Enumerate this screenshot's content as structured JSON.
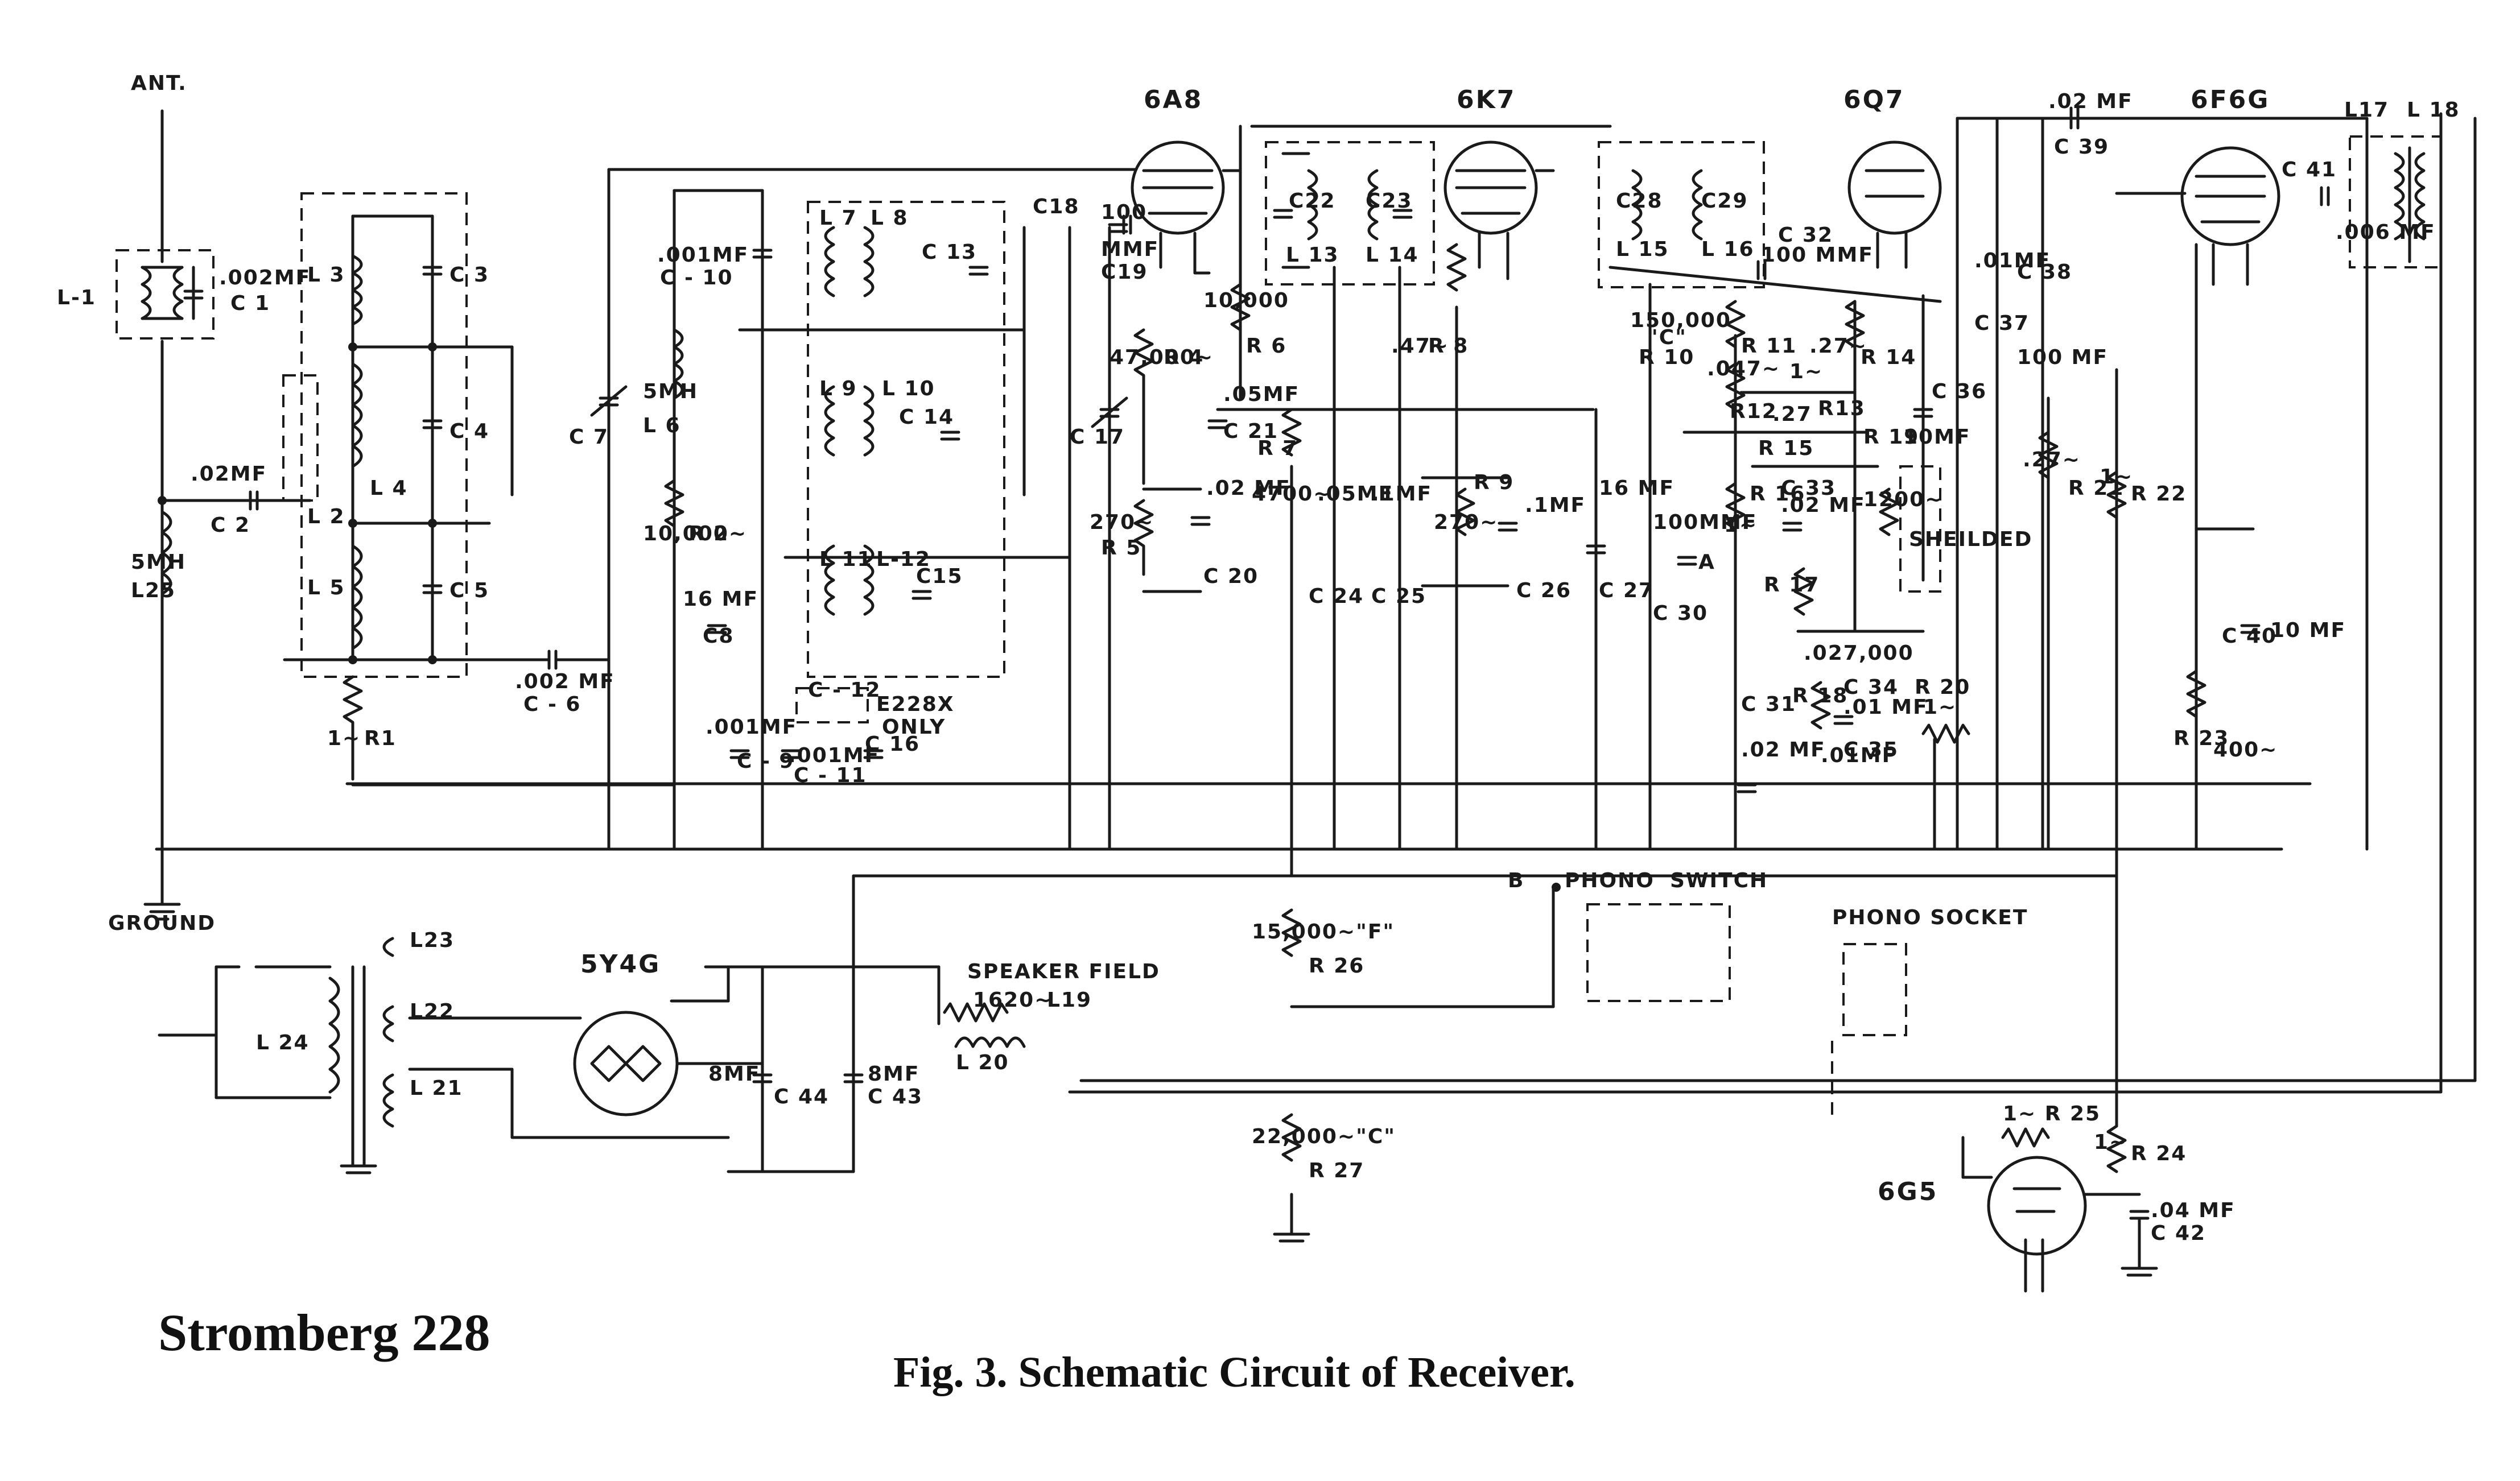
{
  "captions": {
    "model": "Stromberg 228",
    "figure": "Fig. 3.   Schematic Circuit of Receiver."
  },
  "tubes": [
    "6A8",
    "6K7",
    "6Q7",
    "6F6G",
    "5Y4G",
    "6G5"
  ],
  "labels": {
    "ant": "ANT.",
    "ground": "GROUND",
    "L1": "L-1",
    "C1v": ".002MF",
    "C1": "C 1",
    "C2v": ".02MF",
    "C2": "C 2",
    "L25v": "5MH",
    "L25": "L25",
    "L2": "L 2",
    "L3": "L 3",
    "L4": "L 4",
    "L5": "L 5",
    "C3": "C 3",
    "C4": "C 4",
    "C5": "C 5",
    "C6v": ".002 MF",
    "C6": "C - 6",
    "R1v": "1~",
    "R1": "R1",
    "C7": "C 7",
    "L6v": "5MH",
    "L6": "L 6",
    "C10v": ".001MF",
    "C10": "C - 10",
    "R2v": "10,000~",
    "R2": "R 2",
    "C8v": "16 MF",
    "C8": "C8",
    "L7": "L 7",
    "L8": "L 8",
    "L9": "L 9",
    "L10": "L 10",
    "L11": "L 11",
    "L12": "L-12",
    "C13": "C 13",
    "C14": "C 14",
    "C15": "C15",
    "C12": "C - 12",
    "E228X": "E228X",
    "only": "ONLY",
    "C16": "C 16",
    "C9v": ".001MF",
    "C9": "C - 9",
    "C11v": ".001MF",
    "C11": "C - 11",
    "C18": "C18",
    "C19v": "100",
    "C19mm": "MMF",
    "C19": "C19",
    "C17": "C 17",
    "R4v": "47,000~",
    "R4": "R 4",
    "R5v": "270~",
    "R5": "R 5",
    "C20v": ".02 MF",
    "C20": "C 20",
    "R6v": "10,000",
    "R6": "R 6",
    "C21v": ".05MF",
    "C21": "C 21",
    "R7v": "4700~",
    "R7": "R 7",
    "C24v": ".05MF",
    "C24": "C 24",
    "C22": "C22",
    "C23": "C23",
    "L13": "L 13",
    "L14": "L 14",
    "R8v": ".47~",
    "R8": "R 8",
    "C25v": ".1MF",
    "C25": "C 25",
    "R9v": "270~",
    "R9": "R 9",
    "C26v": ".1MF",
    "C26": "C 26",
    "C27v": "16 MF",
    "C27": "C 27",
    "C28": "C28",
    "C29": "C29",
    "L15": "L 15",
    "L16": "L 16",
    "C32": "C 32",
    "C32v": "100 MMF",
    "R10v": "150,000",
    "R10c": "\"C\"",
    "R10": "R 10",
    "R11v": ".047~",
    "R11": "R 11",
    "R14v": ".27~",
    "R14": "R 14",
    "R12": "R12",
    "R12v": "1~",
    "R13v": ".27",
    "R13": "R13",
    "R15": "R 15",
    "R19v": "1200~",
    "R19": "R 19",
    "C36v": "10MF",
    "C36": "C 36",
    "shielded": "SHEILDED",
    "C30v": "100MMF",
    "C30": "C 30",
    "R16v": "1~",
    "R16": "R 16",
    "C33": "C 33",
    "C33v": ".02 MF",
    "markA": "A",
    "R17": "R 17",
    "C31v": ".02 MF",
    "C31": "C 31",
    "R18v": ".027,000",
    "R18": "R 18",
    "C34": "C 34",
    "C34v": ".01 MF",
    "C35v": ".01MF",
    "C35": "C 35",
    "R20": "R 20",
    "R20v": "1~",
    "C37v": ".01MF",
    "C37": "C 37",
    "C38v": "100 MF",
    "C38": "C 38",
    "C39v": ".02 MF",
    "C39": "C 39",
    "R21v": ".27~",
    "R21": "R 21",
    "R22v": "1~",
    "R22": "R 22",
    "C41": "C 41",
    "C41v": ".006 MF",
    "L17": "L17",
    "L18": "L 18",
    "C40": "C 40",
    "C40v": "10 MF",
    "R23": "R 23",
    "R23v": "400~",
    "markB": "B",
    "phono": "PHONO",
    "switch": "SWITCH",
    "socket": "PHONO SOCKET",
    "L24": "L 24",
    "L23": "L23",
    "L22": "L22",
    "L21": "L 21",
    "C44v": "8MF",
    "C44": "C 44",
    "C43v": "8MF",
    "C43": "C 43",
    "speaker": "SPEAKER FIELD",
    "L19v": "1620~",
    "L19": "L19",
    "L20": "L 20",
    "R26v": "15,000~\"F\"",
    "R26": "R 26",
    "R27v": "22,000~\"C\"",
    "R27": "R 27",
    "R25": "1~ R 25",
    "R24v": "1~",
    "R24": "R 24",
    "C42v": ".04 MF",
    "C42": "C 42"
  }
}
